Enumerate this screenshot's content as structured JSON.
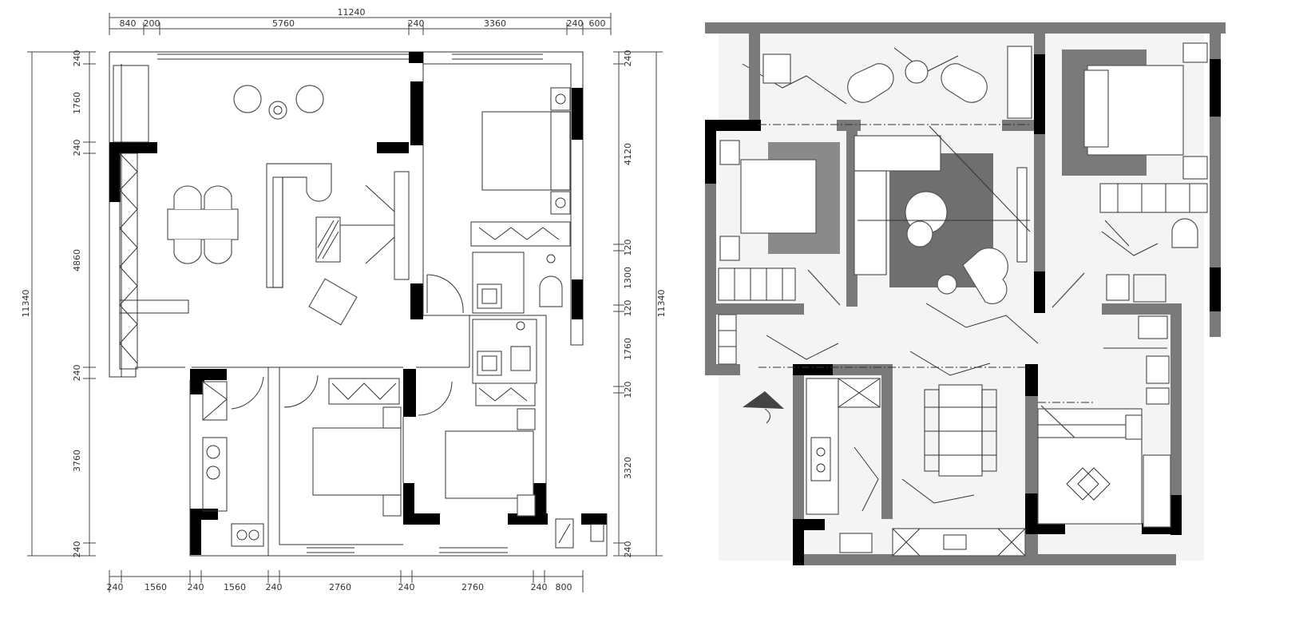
{
  "drawings": {
    "left_plan": {
      "top_dims": {
        "overall": "11240",
        "segments": [
          "840",
          "200",
          "5760",
          "240",
          "3360",
          "240",
          "600"
        ]
      },
      "bottom_dims": [
        "240",
        "1560",
        "240",
        "1560",
        "240",
        "2760",
        "240",
        "2760",
        "240",
        "800"
      ],
      "left_dims": {
        "overall": "11340",
        "segments": [
          "240",
          "1760",
          "240",
          "4860",
          "240",
          "3760",
          "240"
        ]
      },
      "right_dims": {
        "overall": "11340",
        "segments": [
          "240",
          "4120",
          "120",
          "1300",
          "120",
          "1760",
          "120",
          "3320",
          "240"
        ]
      }
    },
    "right_plan": {}
  },
  "colors": {
    "line": "#333333",
    "wall_fill": "#7a7a7a",
    "solid_wall": "#000000",
    "marble": "#f4f4f4"
  }
}
